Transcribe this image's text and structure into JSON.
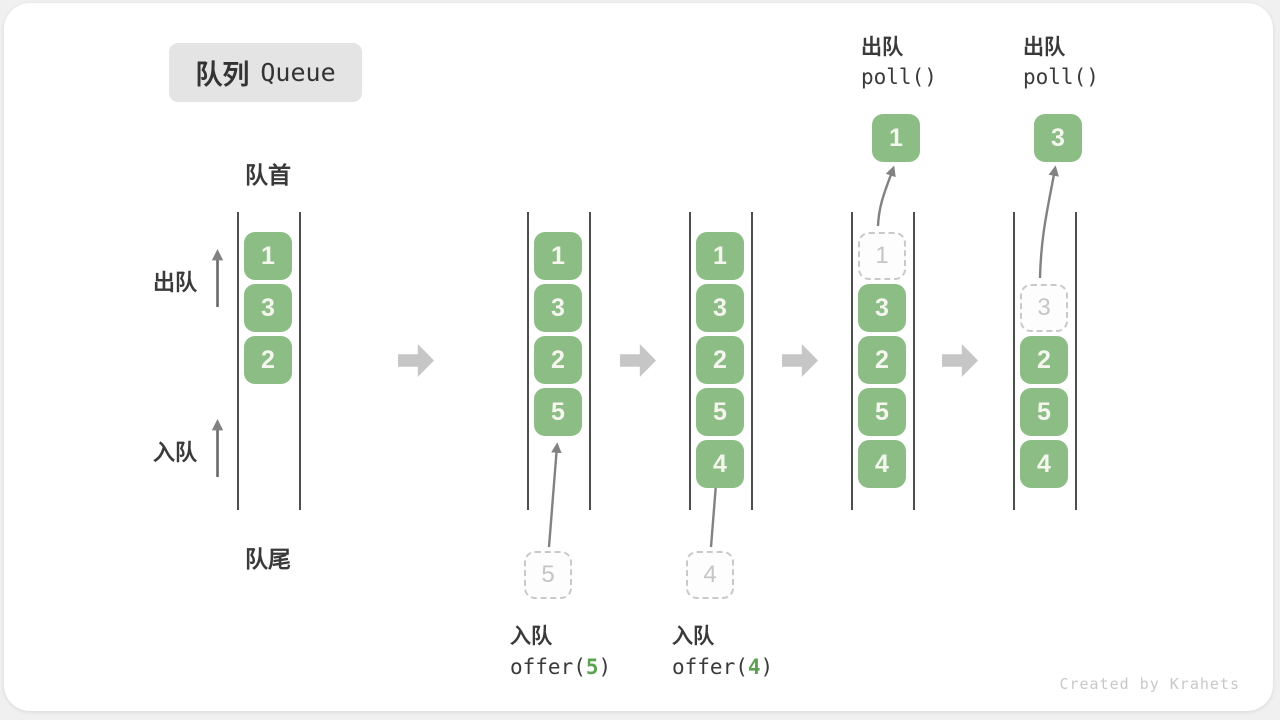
{
  "title": {
    "zh": "队列",
    "en": "Queue"
  },
  "labels": {
    "front": "队首",
    "rear": "队尾",
    "dequeue": "出队",
    "enqueue": "入队"
  },
  "watermark": "Created by Krahets",
  "colors": {
    "box_green": "#8cbd85",
    "code_green": "#5ba351",
    "flow_arrow_gray": "#c6c6c6",
    "wall_gray": "#4d4d4d",
    "thin_arrow_gray": "#828282",
    "dashed_gray": "#c9c9c9",
    "text_dark": "#3a3a3a"
  },
  "chart_note": "queue states left to right",
  "states": [
    {
      "cells": [
        {
          "v": "1",
          "style": "solid"
        },
        {
          "v": "3",
          "style": "solid"
        },
        {
          "v": "2",
          "style": "solid"
        }
      ]
    },
    {
      "cells": [
        {
          "v": "1",
          "style": "solid"
        },
        {
          "v": "3",
          "style": "solid"
        },
        {
          "v": "2",
          "style": "solid"
        },
        {
          "v": "5",
          "style": "solid"
        }
      ],
      "incoming": {
        "v": "5"
      },
      "op_bottom": {
        "label": "入队",
        "code_pre": "offer(",
        "code_val": "5",
        "code_post": ")"
      }
    },
    {
      "cells": [
        {
          "v": "1",
          "style": "solid"
        },
        {
          "v": "3",
          "style": "solid"
        },
        {
          "v": "2",
          "style": "solid"
        },
        {
          "v": "5",
          "style": "solid"
        },
        {
          "v": "4",
          "style": "solid"
        }
      ],
      "incoming": {
        "v": "4"
      },
      "op_bottom": {
        "label": "入队",
        "code_pre": "offer(",
        "code_val": "4",
        "code_post": ")"
      }
    },
    {
      "cells": [
        {
          "v": "1",
          "style": "dashed"
        },
        {
          "v": "3",
          "style": "solid"
        },
        {
          "v": "2",
          "style": "solid"
        },
        {
          "v": "5",
          "style": "solid"
        },
        {
          "v": "4",
          "style": "solid"
        }
      ],
      "popped": {
        "v": "1"
      },
      "op_top": {
        "label": "出队",
        "code": "poll()"
      }
    },
    {
      "cells": [
        {
          "style": "empty"
        },
        {
          "v": "3",
          "style": "dashed"
        },
        {
          "v": "2",
          "style": "solid"
        },
        {
          "v": "5",
          "style": "solid"
        },
        {
          "v": "4",
          "style": "solid"
        }
      ],
      "popped": {
        "v": "3"
      },
      "op_top": {
        "label": "出队",
        "code": "poll()"
      }
    }
  ]
}
